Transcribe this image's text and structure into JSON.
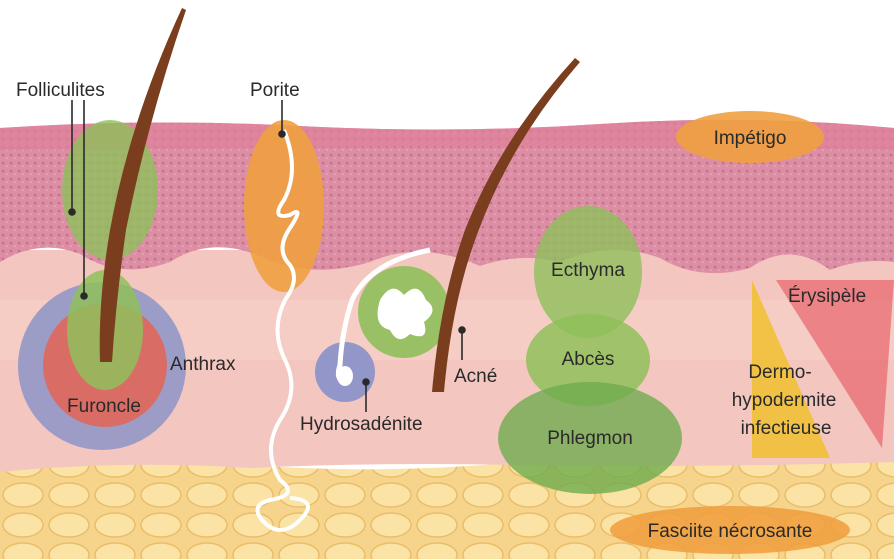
{
  "labels": {
    "folliculites": "Folliculites",
    "porite": "Porite",
    "impetigo": "Impétigo",
    "ecthyma": "Ecthyma",
    "erysipele": "Érysipèle",
    "anthrax": "Anthrax",
    "furoncle": "Furoncle",
    "acne": "Acné",
    "abces": "Abcès",
    "dermo_line1": "Dermo-",
    "dermo_line2": "hypodermite",
    "dermo_line3": "infectieuse",
    "hydrosadenite": "Hydrosadénite",
    "phlegmon": "Phlegmon",
    "fasciite": "Fasciite nécrosante"
  },
  "colors": {
    "epidermis": "#d98aa0",
    "dermis": "#f3c6c0",
    "hypodermis": "#f6d48c",
    "hair": "#7a3e1e",
    "green_zone": "#8fbf5a",
    "orange_zone": "#f0a040",
    "blue_zone": "#8c94c8",
    "red_zone": "#e0685a"
  }
}
